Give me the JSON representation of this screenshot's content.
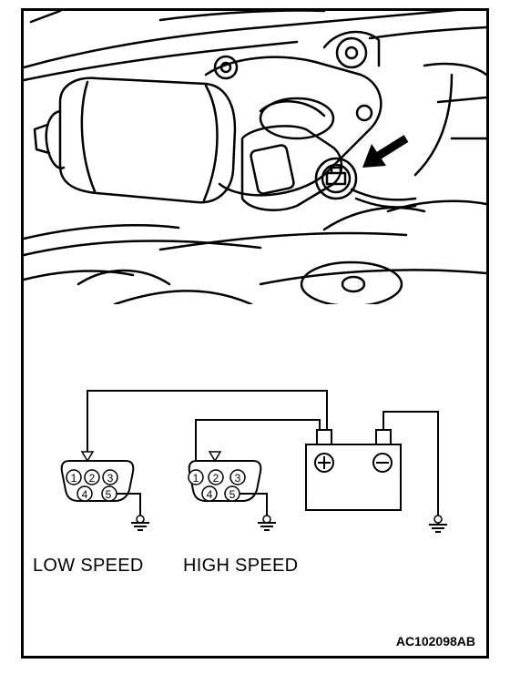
{
  "labels": {
    "low_speed": "LOW SPEED",
    "high_speed": "HIGH SPEED",
    "figure_code": "AC102098AB"
  },
  "connector_pins": [
    "1",
    "2",
    "3",
    "4",
    "5"
  ],
  "battery": {
    "positive_symbol": "+",
    "negative_symbol": "−"
  },
  "colors": {
    "line": "#000000",
    "background": "#ffffff"
  }
}
